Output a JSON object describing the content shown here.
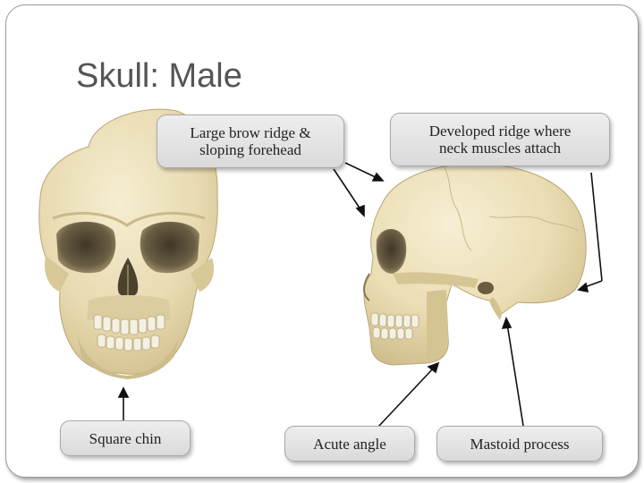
{
  "slide": {
    "title": "Skull: Male"
  },
  "callouts": {
    "brow": "Large brow ridge &\nsloping forehead",
    "neck": "Developed ridge where\nneck muscles attach",
    "chin": "Square chin",
    "angle": "Acute angle",
    "mastoid": "Mastoid process"
  },
  "colors": {
    "bone": "#e9dcb3",
    "bone_shadow": "#c9b98a",
    "cavity": "#5e5440",
    "text": "#555555"
  }
}
